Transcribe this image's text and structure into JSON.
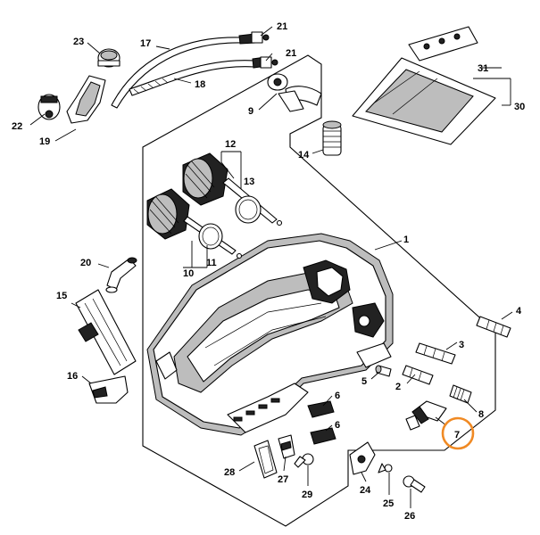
{
  "diagram": {
    "highlight_color": "#F08A24",
    "highlighted_part": "7",
    "callouts": {
      "p1": "1",
      "p2": "2",
      "p3": "3",
      "p4": "4",
      "p5": "5",
      "p6a": "6",
      "p6b": "6",
      "p7": "7",
      "p8": "8",
      "p9": "9",
      "p10": "10",
      "p11": "11",
      "p12": "12",
      "p13": "13",
      "p14": "14",
      "p15": "15",
      "p16": "16",
      "p17": "17",
      "p18": "18",
      "p19": "19",
      "p20": "20",
      "p21a": "21",
      "p21b": "21",
      "p22": "22",
      "p23": "23",
      "p24": "24",
      "p25": "25",
      "p26": "26",
      "p27": "27",
      "p28": "28",
      "p29": "29",
      "p30": "30",
      "p31": "31"
    }
  }
}
